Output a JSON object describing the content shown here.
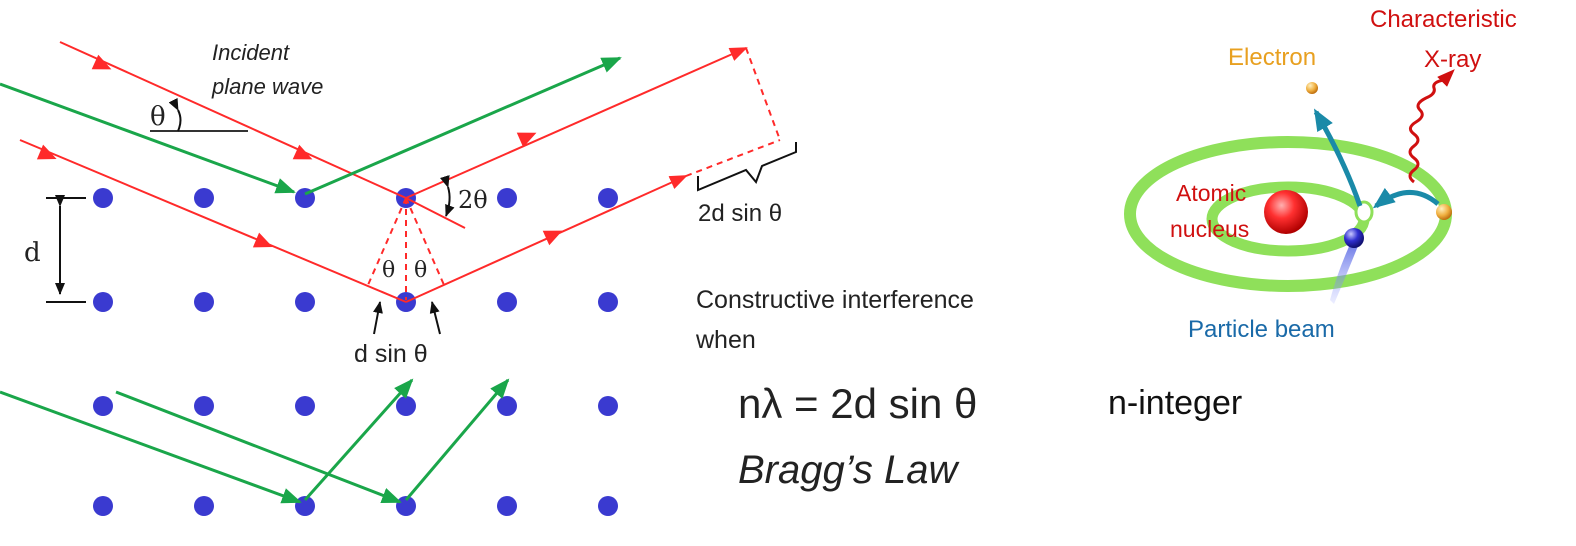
{
  "bragg": {
    "incident_line1": "Incident",
    "incident_line2": "plane wave",
    "theta": "θ",
    "two_theta": "2θ",
    "d": "d",
    "path_2d": "2d sin θ",
    "d_sin": "d sin θ",
    "theta_left": "θ",
    "theta_right": "θ",
    "constructive_line1": "Constructive interference",
    "constructive_line2": "when",
    "equation": "nλ = 2d sin θ",
    "law": "Bragg’s Law",
    "n_integer": "n-integer"
  },
  "atom": {
    "characteristic_line1": "Characteristic",
    "characteristic_line2": "X-ray",
    "electron": "Electron",
    "nucleus_line1": "Atomic",
    "nucleus_line2": "nucleus",
    "particle_beam": "Particle beam"
  },
  "colors": {
    "lattice": "#3a3ad0",
    "xray": "#ff2a2a",
    "green_ray": "#1aa64a",
    "ring": "#8fe05a",
    "teal": "#1a8aa8",
    "orange": "#e8a020",
    "nucleus": "#e02020",
    "dark_red": "#d01010",
    "beam_blue": "#1a6aa8"
  }
}
